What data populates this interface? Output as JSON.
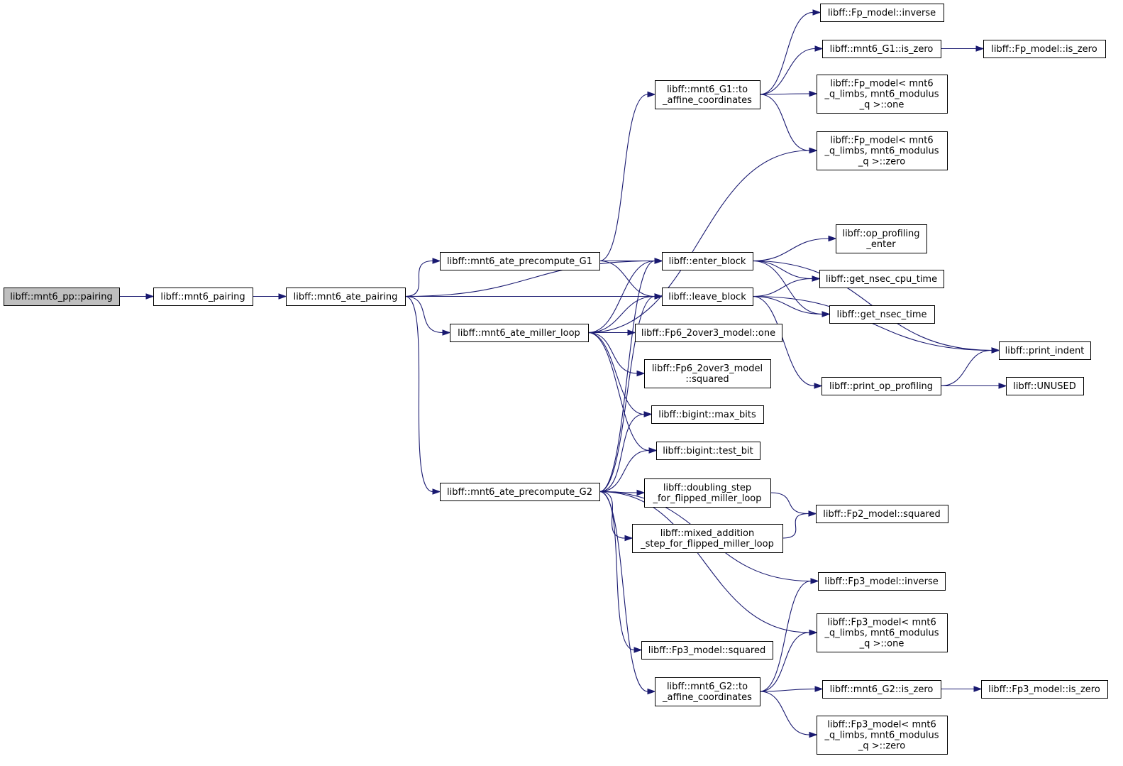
{
  "nodes": {
    "pairing": {
      "label": [
        "libff::mnt6_pp::pairing"
      ],
      "root": true
    },
    "mnt6_pairing": {
      "label": [
        "libff::mnt6_pairing"
      ]
    },
    "ate_pairing": {
      "label": [
        "libff::mnt6_ate_pairing"
      ]
    },
    "precompute_g1": {
      "label": [
        "libff::mnt6_ate_precompute_G1"
      ]
    },
    "miller_loop": {
      "label": [
        "libff::mnt6_ate_miller_loop"
      ]
    },
    "precompute_g2": {
      "label": [
        "libff::mnt6_ate_precompute_G2"
      ]
    },
    "g1_to_affine": {
      "label": [
        "libff::mnt6_G1::to",
        "_affine_coordinates"
      ]
    },
    "enter_block": {
      "label": [
        "libff::enter_block"
      ]
    },
    "leave_block": {
      "label": [
        "libff::leave_block"
      ]
    },
    "fp6_one": {
      "label": [
        "libff::Fp6_2over3_model::one"
      ]
    },
    "fp6_squared": {
      "label": [
        "libff::Fp6_2over3_model",
        "::squared"
      ]
    },
    "max_bits": {
      "label": [
        "libff::bigint::max_bits"
      ]
    },
    "test_bit": {
      "label": [
        "libff::bigint::test_bit"
      ]
    },
    "doubling_step": {
      "label": [
        "libff::doubling_step",
        "_for_flipped_miller_loop"
      ]
    },
    "mixed_addition": {
      "label": [
        "libff::mixed_addition",
        "_step_for_flipped_miller_loop"
      ]
    },
    "fp3_squared": {
      "label": [
        "libff::Fp3_model::squared"
      ]
    },
    "g2_to_affine": {
      "label": [
        "libff::mnt6_G2::to",
        "_affine_coordinates"
      ]
    },
    "fp_inverse": {
      "label": [
        "libff::Fp_model::inverse"
      ]
    },
    "g1_is_zero": {
      "label": [
        "libff::mnt6_G1::is_zero"
      ]
    },
    "fp_is_zero": {
      "label": [
        "libff::Fp_model::is_zero"
      ]
    },
    "fp_one": {
      "label": [
        "libff::Fp_model< mnt6",
        "_q_limbs, mnt6_modulus",
        "_q >::one"
      ]
    },
    "fp_zero": {
      "label": [
        "libff::Fp_model< mnt6",
        "_q_limbs, mnt6_modulus",
        "_q >::zero"
      ]
    },
    "op_profiling_enter": {
      "label": [
        "libff::op_profiling",
        "_enter"
      ]
    },
    "get_nsec_cpu_time": {
      "label": [
        "libff::get_nsec_cpu_time"
      ]
    },
    "get_nsec_time": {
      "label": [
        "libff::get_nsec_time"
      ]
    },
    "print_indent": {
      "label": [
        "libff::print_indent"
      ]
    },
    "print_op_profiling": {
      "label": [
        "libff::print_op_profiling"
      ]
    },
    "unused": {
      "label": [
        "libff::UNUSED"
      ]
    },
    "fp2_squared": {
      "label": [
        "libff::Fp2_model::squared"
      ]
    },
    "fp3_inverse": {
      "label": [
        "libff::Fp3_model::inverse"
      ]
    },
    "fp3_one": {
      "label": [
        "libff::Fp3_model< mnt6",
        "_q_limbs, mnt6_modulus",
        "_q >::one"
      ]
    },
    "g2_is_zero": {
      "label": [
        "libff::mnt6_G2::is_zero"
      ]
    },
    "fp3_is_zero": {
      "label": [
        "libff::Fp3_model::is_zero"
      ]
    },
    "fp3_zero": {
      "label": [
        "libff::Fp3_model< mnt6",
        "_q_limbs, mnt6_modulus",
        "_q >::zero"
      ]
    }
  },
  "edges": [
    [
      "pairing",
      "mnt6_pairing"
    ],
    [
      "mnt6_pairing",
      "ate_pairing"
    ],
    [
      "ate_pairing",
      "enter_block"
    ],
    [
      "ate_pairing",
      "precompute_g1"
    ],
    [
      "ate_pairing",
      "leave_block"
    ],
    [
      "ate_pairing",
      "miller_loop"
    ],
    [
      "ate_pairing",
      "precompute_g2"
    ],
    [
      "precompute_g1",
      "g1_to_affine"
    ],
    [
      "precompute_g1",
      "enter_block"
    ],
    [
      "precompute_g1",
      "leave_block"
    ],
    [
      "miller_loop",
      "fp_zero"
    ],
    [
      "miller_loop",
      "enter_block"
    ],
    [
      "miller_loop",
      "leave_block"
    ],
    [
      "miller_loop",
      "fp6_one"
    ],
    [
      "miller_loop",
      "fp6_squared"
    ],
    [
      "miller_loop",
      "max_bits"
    ],
    [
      "miller_loop",
      "test_bit"
    ],
    [
      "precompute_g2",
      "enter_block"
    ],
    [
      "precompute_g2",
      "leave_block"
    ],
    [
      "precompute_g2",
      "max_bits"
    ],
    [
      "precompute_g2",
      "test_bit"
    ],
    [
      "precompute_g2",
      "doubling_step"
    ],
    [
      "precompute_g2",
      "mixed_addition"
    ],
    [
      "precompute_g2",
      "fp3_inverse"
    ],
    [
      "precompute_g2",
      "fp3_one"
    ],
    [
      "precompute_g2",
      "fp3_squared"
    ],
    [
      "precompute_g2",
      "g2_to_affine"
    ],
    [
      "g1_to_affine",
      "fp_inverse"
    ],
    [
      "g1_to_affine",
      "g1_is_zero"
    ],
    [
      "g1_to_affine",
      "fp_one"
    ],
    [
      "g1_to_affine",
      "fp_zero"
    ],
    [
      "g1_is_zero",
      "fp_is_zero"
    ],
    [
      "enter_block",
      "op_profiling_enter"
    ],
    [
      "enter_block",
      "get_nsec_cpu_time"
    ],
    [
      "enter_block",
      "get_nsec_time"
    ],
    [
      "enter_block",
      "print_indent"
    ],
    [
      "leave_block",
      "get_nsec_cpu_time"
    ],
    [
      "leave_block",
      "get_nsec_time"
    ],
    [
      "leave_block",
      "print_indent"
    ],
    [
      "leave_block",
      "print_op_profiling"
    ],
    [
      "print_op_profiling",
      "print_indent"
    ],
    [
      "print_op_profiling",
      "unused"
    ],
    [
      "doubling_step",
      "fp2_squared"
    ],
    [
      "mixed_addition",
      "fp2_squared"
    ],
    [
      "g2_to_affine",
      "fp3_inverse"
    ],
    [
      "g2_to_affine",
      "fp3_one"
    ],
    [
      "g2_to_affine",
      "g2_is_zero"
    ],
    [
      "g2_to_affine",
      "fp3_zero"
    ],
    [
      "g2_is_zero",
      "fp3_is_zero"
    ]
  ],
  "colors": {
    "edge": "#191970",
    "root_fill": "#bfbfbf",
    "node_fill": "#ffffff",
    "node_border": "#000000"
  }
}
